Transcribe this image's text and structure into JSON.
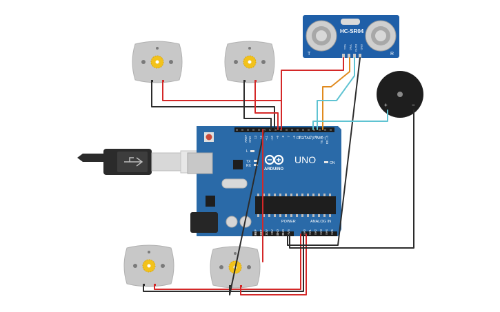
{
  "board": {
    "brand": "ARDUINO",
    "model": "UNO",
    "digital_label": "DIGITAL (PWM~)",
    "power_label": "POWER",
    "analog_label": "ANALOG IN",
    "on_label": "ON",
    "led_l": "L",
    "led_tx": "TX",
    "led_rx": "RX",
    "aref_label": "AREF",
    "gnd_label": "GND",
    "power_pins": [
      "IOREF",
      "RESET",
      "3.3V",
      "5V",
      "GND",
      "GND",
      "Vin"
    ],
    "analog_pins": [
      "A0",
      "A1",
      "A2",
      "A3",
      "A4",
      "A5"
    ],
    "digital_pins": [
      "13",
      "12",
      "~11",
      "~10",
      "~9",
      "8",
      "7",
      "~6",
      "~5",
      "4",
      "~3",
      "2",
      "TX→1",
      "RX←0"
    ]
  },
  "sensor": {
    "model": "HC-SR04",
    "pins": [
      "VCC",
      "TRIG",
      "ECHO",
      "GND"
    ],
    "corner_left": "T",
    "corner_right": "R"
  },
  "buzzer": {
    "plus": "+",
    "minus": "−"
  },
  "colors": {
    "board": "#2a6aa8",
    "wire_red": "#d42828",
    "wire_black": "#2b2b2b",
    "wire_orange": "#e08a1e",
    "wire_teal": "#5fc3d2",
    "motor_body": "#c8c8c8",
    "motor_hub": "#f2c21c",
    "sensor_board": "#1f5fa8"
  }
}
